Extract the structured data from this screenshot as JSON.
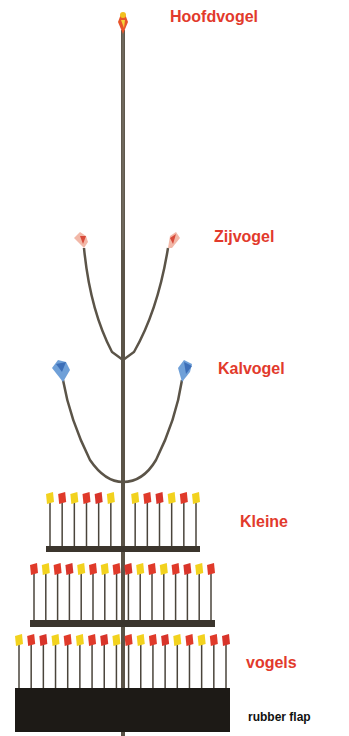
{
  "diagram": {
    "labels": [
      "Hoofdvogel",
      "Zijvogel",
      "Kalvogel",
      "Kleine",
      "vogels",
      "rubber flap"
    ]
  }
}
